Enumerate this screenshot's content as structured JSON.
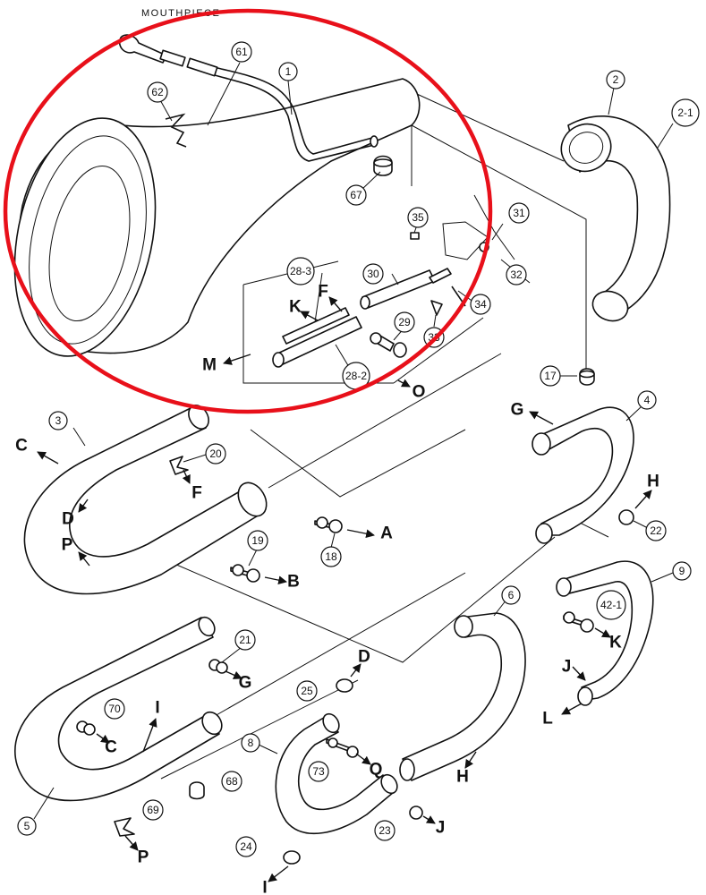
{
  "caption": "MOUTHPIECE",
  "highlight_color": "#e8101a",
  "part_numbers": [
    "1",
    "2",
    "2-1",
    "3",
    "4",
    "5",
    "6",
    "8",
    "9",
    "17",
    "18",
    "19",
    "20",
    "21",
    "22",
    "23",
    "24",
    "25",
    "28-2",
    "28-3",
    "29",
    "30",
    "31",
    "32",
    "33",
    "34",
    "35",
    "42-1",
    "61",
    "62",
    "67",
    "68",
    "69",
    "70",
    "73"
  ],
  "connection_letters": [
    "A",
    "B",
    "C",
    "C",
    "D",
    "D",
    "F",
    "F",
    "G",
    "G",
    "H",
    "H",
    "I",
    "I",
    "J",
    "J",
    "K",
    "K",
    "L",
    "M",
    "O",
    "P",
    "P",
    "Q"
  ]
}
